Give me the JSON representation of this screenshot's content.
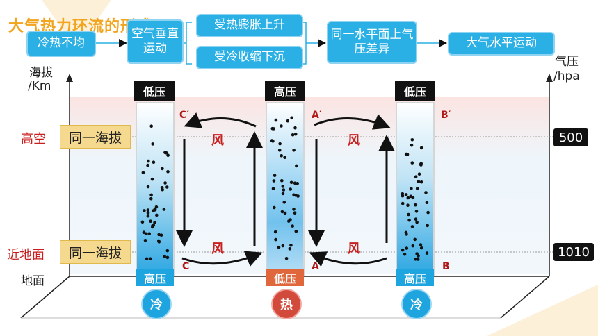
{
  "title": "大气热力环流的形成",
  "flow": {
    "step1": "冷热不均",
    "step2": "空气垂直运动",
    "step3a": "受热膨胀上升",
    "step3b": "受冷收缩下沉",
    "step4": "同一水平面上气压差异",
    "step5": "大气水平运动"
  },
  "axes": {
    "left_label_line1": "海拔",
    "left_label_line2": "/Km",
    "right_label_line1": "气压",
    "right_label_line2": "/hpa",
    "ground": "地面",
    "high_altitude": "高空",
    "near_ground": "近地面",
    "same_altitude": "同一海拔",
    "p_high": "500",
    "p_low": "1010"
  },
  "columns": [
    {
      "top": "低压",
      "bottom": "高压",
      "condition": "冷",
      "top_point": "C′",
      "bottom_point": "C"
    },
    {
      "top": "高压",
      "bottom": "低压",
      "condition": "热",
      "top_point": "A′",
      "bottom_point": "A"
    },
    {
      "top": "低压",
      "bottom": "高压",
      "condition": "冷",
      "top_point": "B′",
      "bottom_point": "B"
    }
  ],
  "wind_label": "风",
  "colors": {
    "flow_box": "#2ab0e4",
    "title": "#f2a41c",
    "red_label": "#c82020",
    "cold": "#1ea4de",
    "hot": "#d24a3c"
  }
}
